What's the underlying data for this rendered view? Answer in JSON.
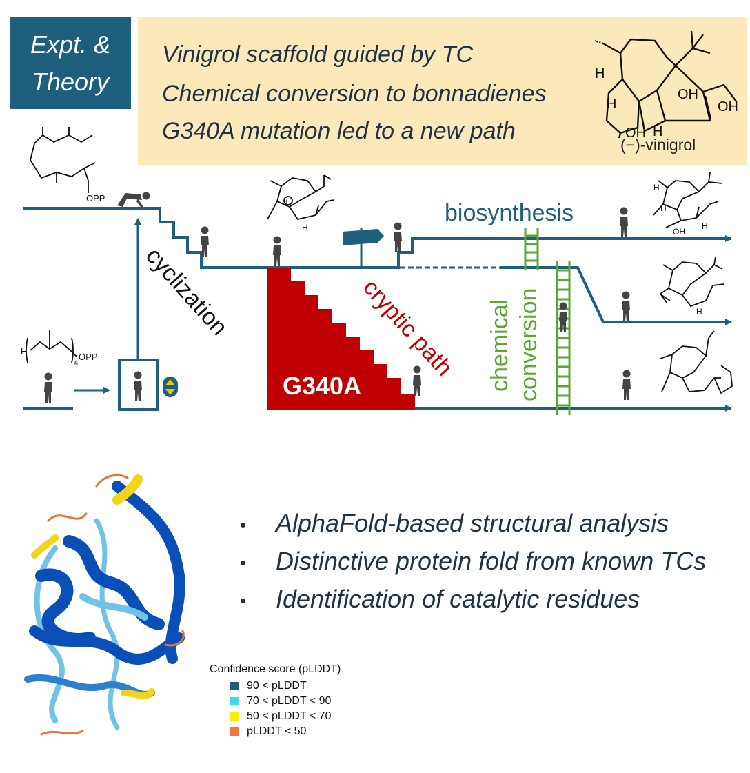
{
  "tag": {
    "line1": "Expt. &",
    "line2": "Theory"
  },
  "summary": {
    "lines": [
      "Vinigrol scaffold guided by TC",
      "Chemical conversion to bonnadienes",
      "G340A mutation led to a new path"
    ],
    "compound_label": "(−)-vinigrol",
    "atom_labels": {
      "oh1": "OH",
      "oh2": "OH",
      "oh3": "OH",
      "h1": "H",
      "h2": "H",
      "h3": "H"
    }
  },
  "scheme": {
    "substrate_top_label": "OPP",
    "substrate_bottom_h": "H",
    "substrate_bottom_label": "OPP",
    "substrate_bottom_subscript": "4",
    "cyclization": "cyclization",
    "biosynthesis": "biosynthesis",
    "cryptic_path": "cryptic path",
    "mutation": "G340A",
    "chemical": "chemical",
    "conversion": "conversion",
    "cation_h": "H",
    "product1_labels": {
      "h1": "H",
      "h2": "H",
      "h3": "H",
      "oh": "OH"
    },
    "product2_h": "H",
    "colors": {
      "path": "#1f5f7e",
      "mutation": "#c00000",
      "ladder": "#5aa832",
      "person": "#444444"
    }
  },
  "bullets": [
    "AlphaFold-based structural analysis",
    "Distinctive protein fold from known TCs",
    "Identification of catalytic residues"
  ],
  "bullet_symbol": "•",
  "legend": {
    "title": "Confidence score (pLDDT)",
    "items": [
      {
        "label": "90 < pLDDT",
        "color": "#1f5f7e"
      },
      {
        "label": "70 < pLDDT < 90",
        "color": "#3dd8f0"
      },
      {
        "label": "50 < pLDDT < 70",
        "color": "#f5f000"
      },
      {
        "label": "pLDDT < 50",
        "color": "#f07a3c"
      }
    ]
  },
  "protein_colors": {
    "very_high": "#0a4fb8",
    "high": "#6ec3e6",
    "low": "#f2d51a",
    "very_low": "#e8743c"
  }
}
